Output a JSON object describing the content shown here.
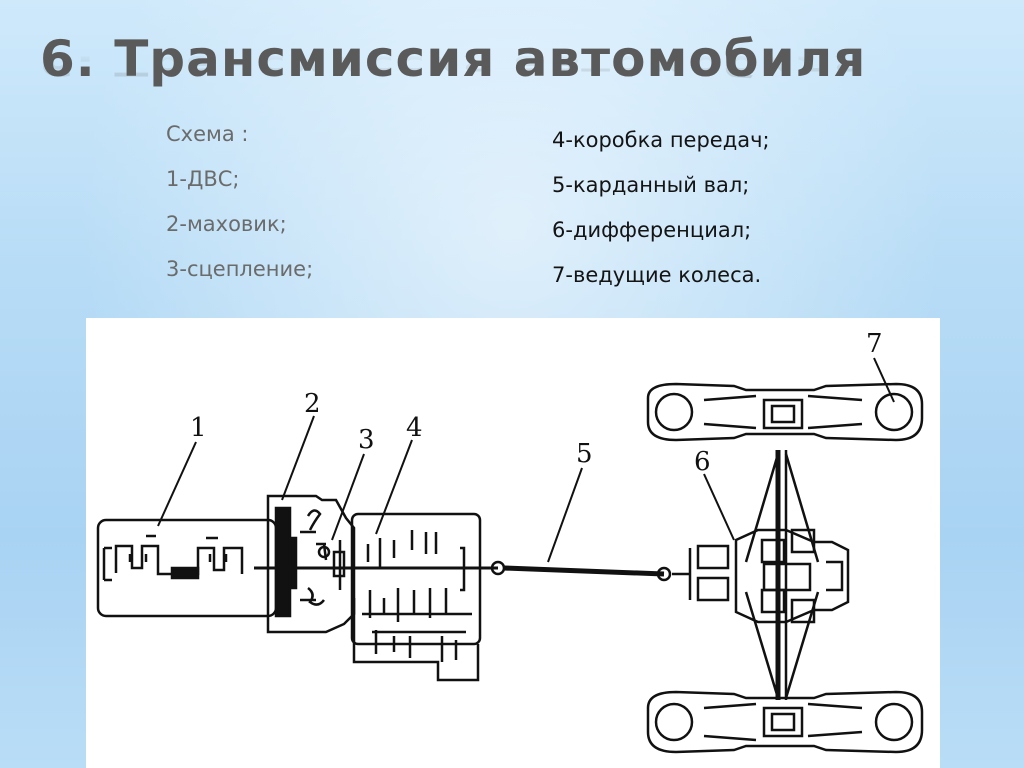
{
  "slide": {
    "title": "6. Трансмиссия автомобиля"
  },
  "legend": {
    "left": [
      "Схема :",
      "1-ДВС;",
      "2-маховик;",
      "3-сцепление;"
    ],
    "right": [
      "4-коробка передач;",
      "5-карданный вал;",
      "6-дифференциал;",
      "7-ведущие колеса."
    ]
  },
  "diagram": {
    "labels": [
      "1",
      "2",
      "3",
      "4",
      "5",
      "6",
      "7"
    ]
  }
}
